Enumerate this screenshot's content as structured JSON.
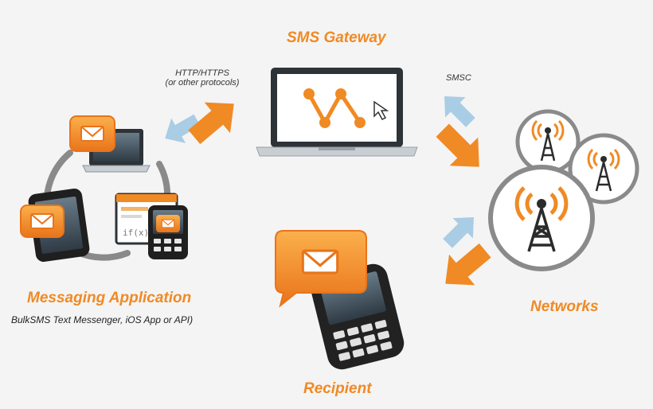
{
  "labels": {
    "gateway_title": "SMS Gateway",
    "protocol_line1": "HTTP/HTTPS",
    "protocol_line2": "(or other protocols)",
    "smsc": "SMSC",
    "app_title": "Messaging Application",
    "app_subtitle": "BulkSMS Text Messenger, iOS App or API)",
    "networks_title": "Networks",
    "recipient_title": "Recipient",
    "code_snippet": "if(x){"
  },
  "colors": {
    "orange": "#f08a24",
    "light_blue": "#a9cde4",
    "gray_ring": "#8a8a8a",
    "dark": "#2b2b2b",
    "laptop_silver": "#c9ced3"
  },
  "icons": [
    "envelope-icon",
    "laptop-icon",
    "smartphone-icon",
    "feature-phone-icon",
    "cell-tower-icon",
    "cursor-icon",
    "arrow-icon"
  ]
}
